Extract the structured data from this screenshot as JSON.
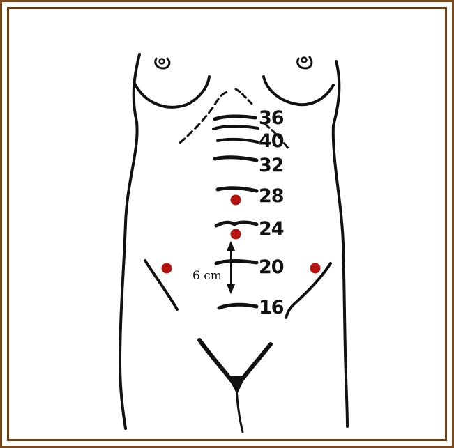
{
  "fundal_height_weeks": [
    "36",
    "40",
    "32",
    "28",
    "24",
    "20",
    "16"
  ],
  "distance_label": "6 cm",
  "colors": {
    "frame": "#7a4a1e",
    "ink": "#111111",
    "port_marker": "#b3120f"
  }
}
